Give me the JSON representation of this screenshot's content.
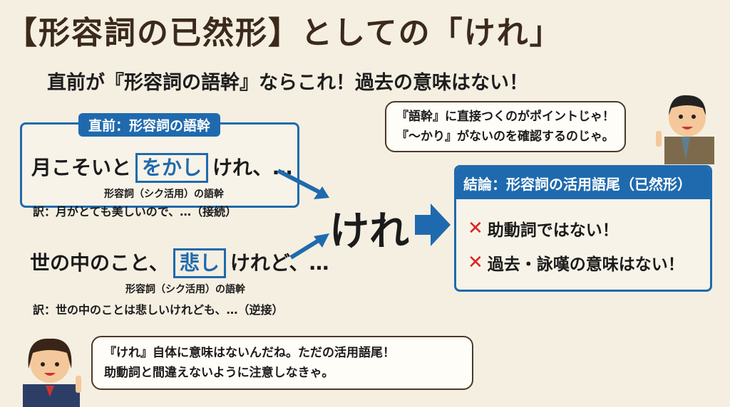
{
  "title": "【形容詞の已然形】としての「けれ」",
  "subtitle": "直前が『形容詞の語幹』ならこれ！過去の意味はない！",
  "left_box": {
    "tab": "直前：形容詞の語幹",
    "ex1": {
      "pre": "月こそいと",
      "stem": "をかし",
      "post": "けれ、…",
      "note": "形容詞（シク活用）の語幹",
      "translation": "訳：月がとても美しいので、…（接続）"
    }
  },
  "ex2": {
    "pre": "世の中のこと、",
    "stem": "悲し",
    "post": "けれど、…",
    "note": "形容詞（シク活用）の語幹",
    "translation": "訳：世の中のことは悲しいけれども、…（逆接）"
  },
  "center_word": "けれ",
  "teacher_bubble": [
    "『語幹』に直接つくのがポイントじゃ！",
    "『～かり』がないのを確認するのじゃ。"
  ],
  "conclusion": {
    "header": "結論：形容詞の活用語尾（已然形）",
    "items": [
      {
        "mark": "✕",
        "text": "助動詞ではない！"
      },
      {
        "mark": "✕",
        "text": "過去・詠嘆の意味はない！"
      }
    ]
  },
  "student_bubble": [
    "『けれ』自体に意味はないんだね。ただの活用語尾！",
    "助動詞と間違えないように注意しなきゃ。"
  ],
  "colors": {
    "accent": "#1f6aae",
    "cross": "#e02020",
    "background": "#f5efe2"
  }
}
